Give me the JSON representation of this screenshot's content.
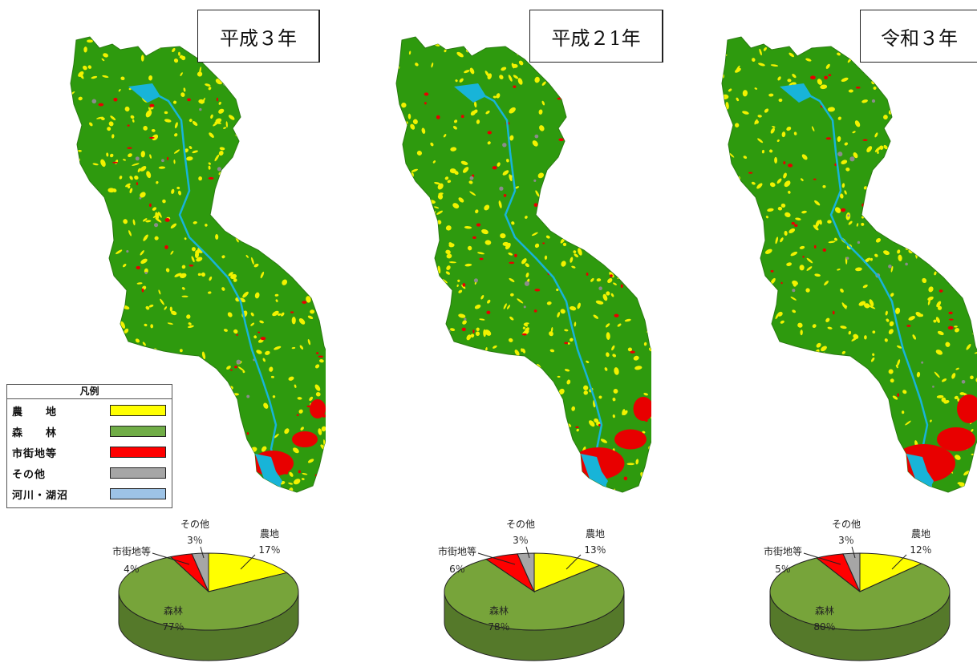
{
  "panels": [
    {
      "title": "平成３年",
      "pie": {
        "labels": [
          "農地",
          "森林",
          "市街地等",
          "その他"
        ],
        "percent_labels": [
          "17％",
          "77％",
          "4％",
          "3％"
        ],
        "values": [
          17,
          77,
          4,
          3
        ]
      }
    },
    {
      "title": "平成２1年",
      "pie": {
        "labels": [
          "農地",
          "森林",
          "市街地等",
          "その他"
        ],
        "percent_labels": [
          "13％",
          "78％",
          "6％",
          "3％"
        ],
        "values": [
          13,
          78,
          6,
          3
        ]
      }
    },
    {
      "title": "令和３年",
      "pie": {
        "labels": [
          "農地",
          "森林",
          "市街地等",
          "その他"
        ],
        "percent_labels": [
          "12％",
          "80％",
          "5％",
          "3％"
        ],
        "values": [
          12,
          80,
          5,
          3
        ]
      }
    }
  ],
  "legend": {
    "title": "凡例",
    "items": [
      {
        "label": "農　　地",
        "color": "#ffff00"
      },
      {
        "label": "森　　林",
        "color": "#70ad47"
      },
      {
        "label": "市街地等",
        "color": "#ff0000"
      },
      {
        "label": "その他",
        "color": "#a6a6a6"
      },
      {
        "label": "河川・湖沼",
        "color": "#9dc3e6"
      }
    ]
  },
  "colors": {
    "map_forest": "#2e9a0e",
    "map_farmland": "#f2f200",
    "map_urban": "#e80000",
    "map_water": "#18b4d8",
    "map_other": "#8c8c8c",
    "pie_forest": "#77a43a",
    "pie_forest_side": "#55792a",
    "pie_farmland": "#ffff00",
    "pie_urban": "#ff0000",
    "pie_other": "#a6a6a6"
  }
}
